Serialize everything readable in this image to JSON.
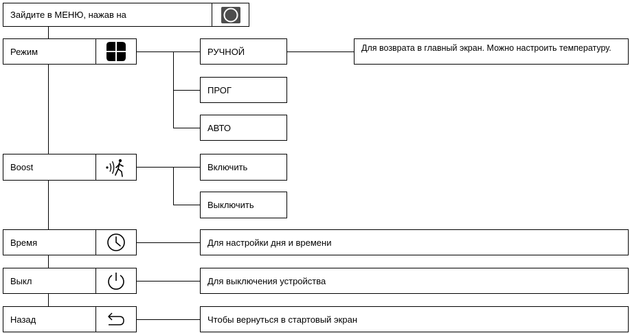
{
  "header": {
    "label": "Зайдите в МЕНЮ, нажав на",
    "button_icon": "circle-button-icon"
  },
  "menu": [
    {
      "label": "Режим",
      "icon": "mode-grid-icon",
      "options": [
        "РУЧНОЙ",
        "ПРОГ",
        "АВТО"
      ],
      "description": "Для возврата в главный экран. Можно настроить температуру."
    },
    {
      "label": "Boost",
      "icon": "boost-person-icon",
      "options": [
        "Включить",
        "Выключить"
      ]
    },
    {
      "label": "Время",
      "icon": "clock-icon",
      "description": "Для настройки дня и времени"
    },
    {
      "label": "Выкл",
      "icon": "power-icon",
      "description": "Для выключения устройства"
    },
    {
      "label": "Назад",
      "icon": "back-arrow-icon",
      "description": "Чтобы вернуться в стартовый экран"
    }
  ]
}
